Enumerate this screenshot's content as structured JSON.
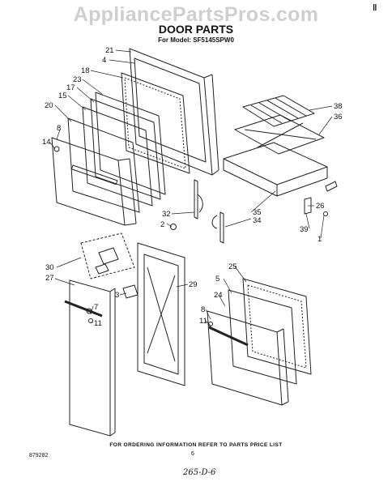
{
  "watermark": "AppliancePartsPros.com",
  "corner_mark": "ǁ",
  "title": "DOOR PARTS",
  "model_line": "For Model: SF5145SPW0",
  "footer": "FOR ORDERING INFORMATION REFER TO PARTS PRICE LIST",
  "doc_code": "879282",
  "page_number": "6",
  "handwritten": "265-D-6",
  "callouts": [
    "21",
    "4",
    "18",
    "23",
    "17",
    "15",
    "20",
    "8",
    "14",
    "38",
    "36",
    "32",
    "2",
    "35",
    "34",
    "26",
    "39",
    "1",
    "30",
    "27",
    "29",
    "25",
    "5",
    "24",
    "3",
    "7",
    "11",
    "8",
    "11"
  ],
  "colors": {
    "line": "#222222",
    "watermark": "#cfcfcf"
  }
}
